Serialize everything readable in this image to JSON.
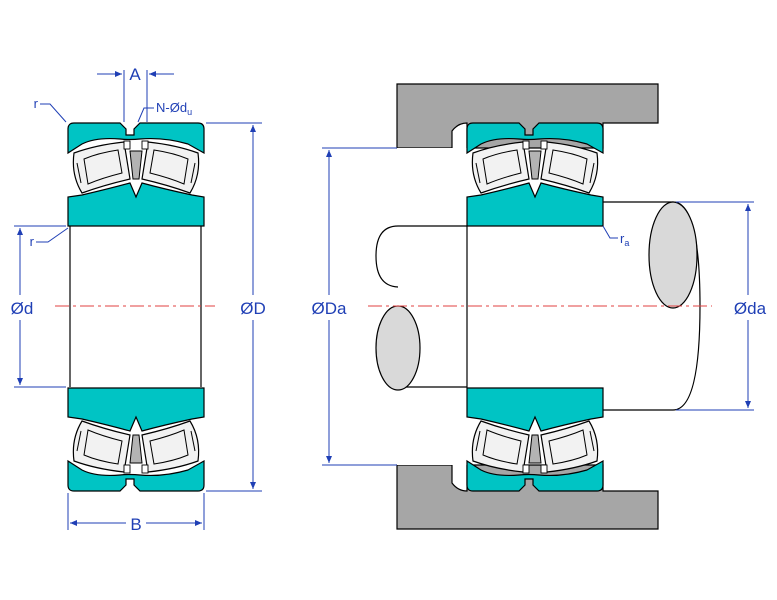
{
  "labels": {
    "A": "A",
    "B": "B",
    "r_top": "r",
    "r_bore": "r",
    "lube_hole_prefix": "N-Ød",
    "lube_hole_sub": "u",
    "d": "Ød",
    "D": "ØD",
    "Da": "ØDa",
    "da": "Øda",
    "ra_main": "r",
    "ra_sub": "a"
  },
  "colors": {
    "ring": "#00c4c4",
    "roller": "#f2f2f2",
    "roller_dark": "#b3b3b3",
    "housing": "#a6a6a6",
    "shaft_end": "#d9d9d9",
    "dimension": "#1f3fb5",
    "centerline": "#e04040",
    "outline": "#000000"
  }
}
